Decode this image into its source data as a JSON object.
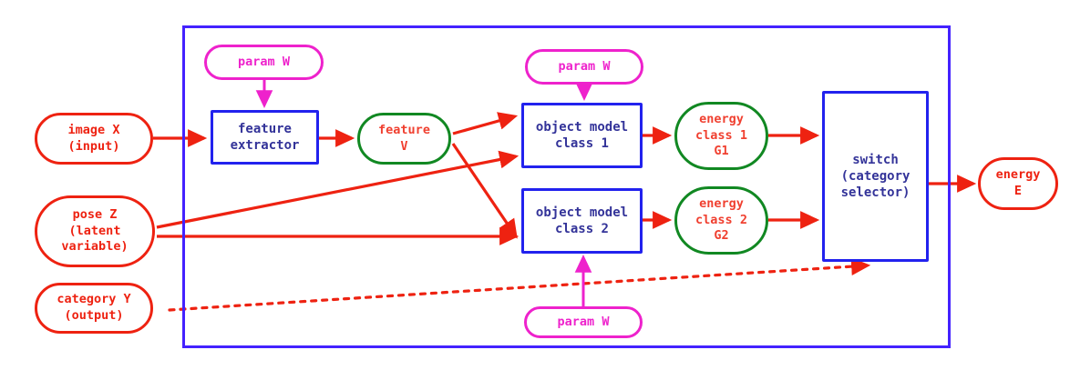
{
  "diagram": {
    "title": "energy-based model architecture",
    "colors": {
      "red": "#ee2211",
      "green": "#118822",
      "magenta": "#ee22cc",
      "blue": "#2222ee",
      "frame_blue": "#4422ff",
      "label_blue": "#333399",
      "red_text_on_green": "#f04030"
    },
    "nodes": {
      "image_x": "image X\n(input)",
      "pose_z": "pose Z\n(latent\nvariable)",
      "category_y": "category Y\n(output)",
      "param_w_top_left": "param W",
      "param_w_top_mid": "param W",
      "param_w_bottom": "param W",
      "feature_extractor": "feature\nextractor",
      "feature_v": "feature\nV",
      "object_model_class_1": "object model\nclass 1",
      "object_model_class_2": "object model\nclass 2",
      "energy_class_1": "energy\nclass 1\nG1",
      "energy_class_2": "energy\nclass 2\nG2",
      "switch": "switch\n(category\nselector)",
      "energy_e": "energy\nE"
    }
  }
}
